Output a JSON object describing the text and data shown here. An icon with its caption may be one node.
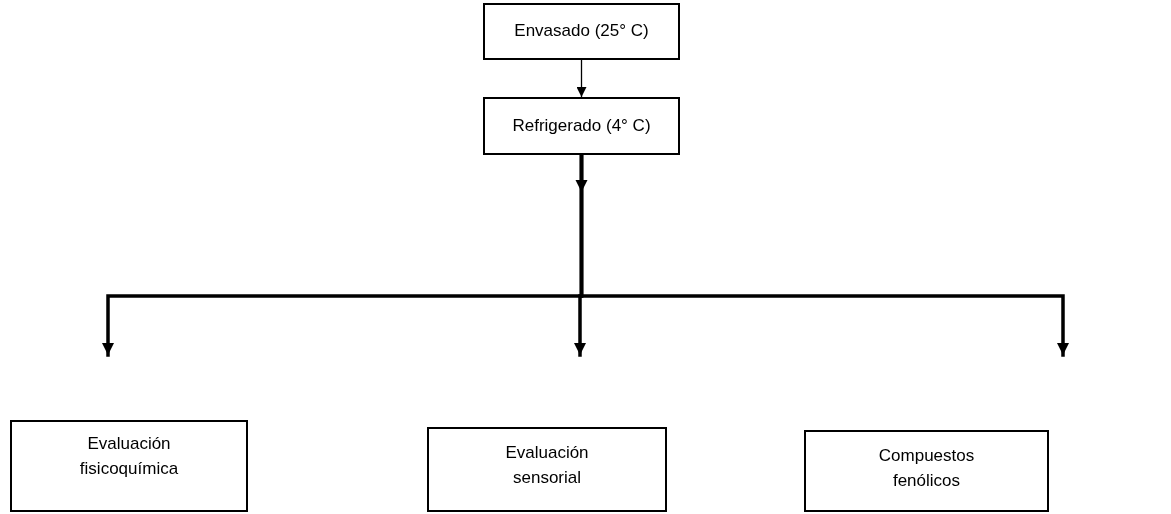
{
  "diagram": {
    "nodes": [
      {
        "text": [
          "Envasado (25° C)"
        ]
      },
      {
        "text": [
          "Refrigerado (4° C)"
        ]
      },
      {
        "text": [
          "Evaluación fisicoquímica"
        ]
      },
      {
        "text": [
          "Evaluación sensorial"
        ]
      },
      {
        "text": [
          "Compuestos fenólicos"
        ]
      }
    ],
    "edges": [
      {
        "from": 0,
        "to": 1,
        "arrow": "to"
      },
      {
        "from": 1,
        "to": 2,
        "arrow": "to"
      },
      {
        "from": 1,
        "to": 3,
        "arrow": "to"
      },
      {
        "from": 1,
        "to": 4,
        "arrow": "to"
      }
    ]
  }
}
